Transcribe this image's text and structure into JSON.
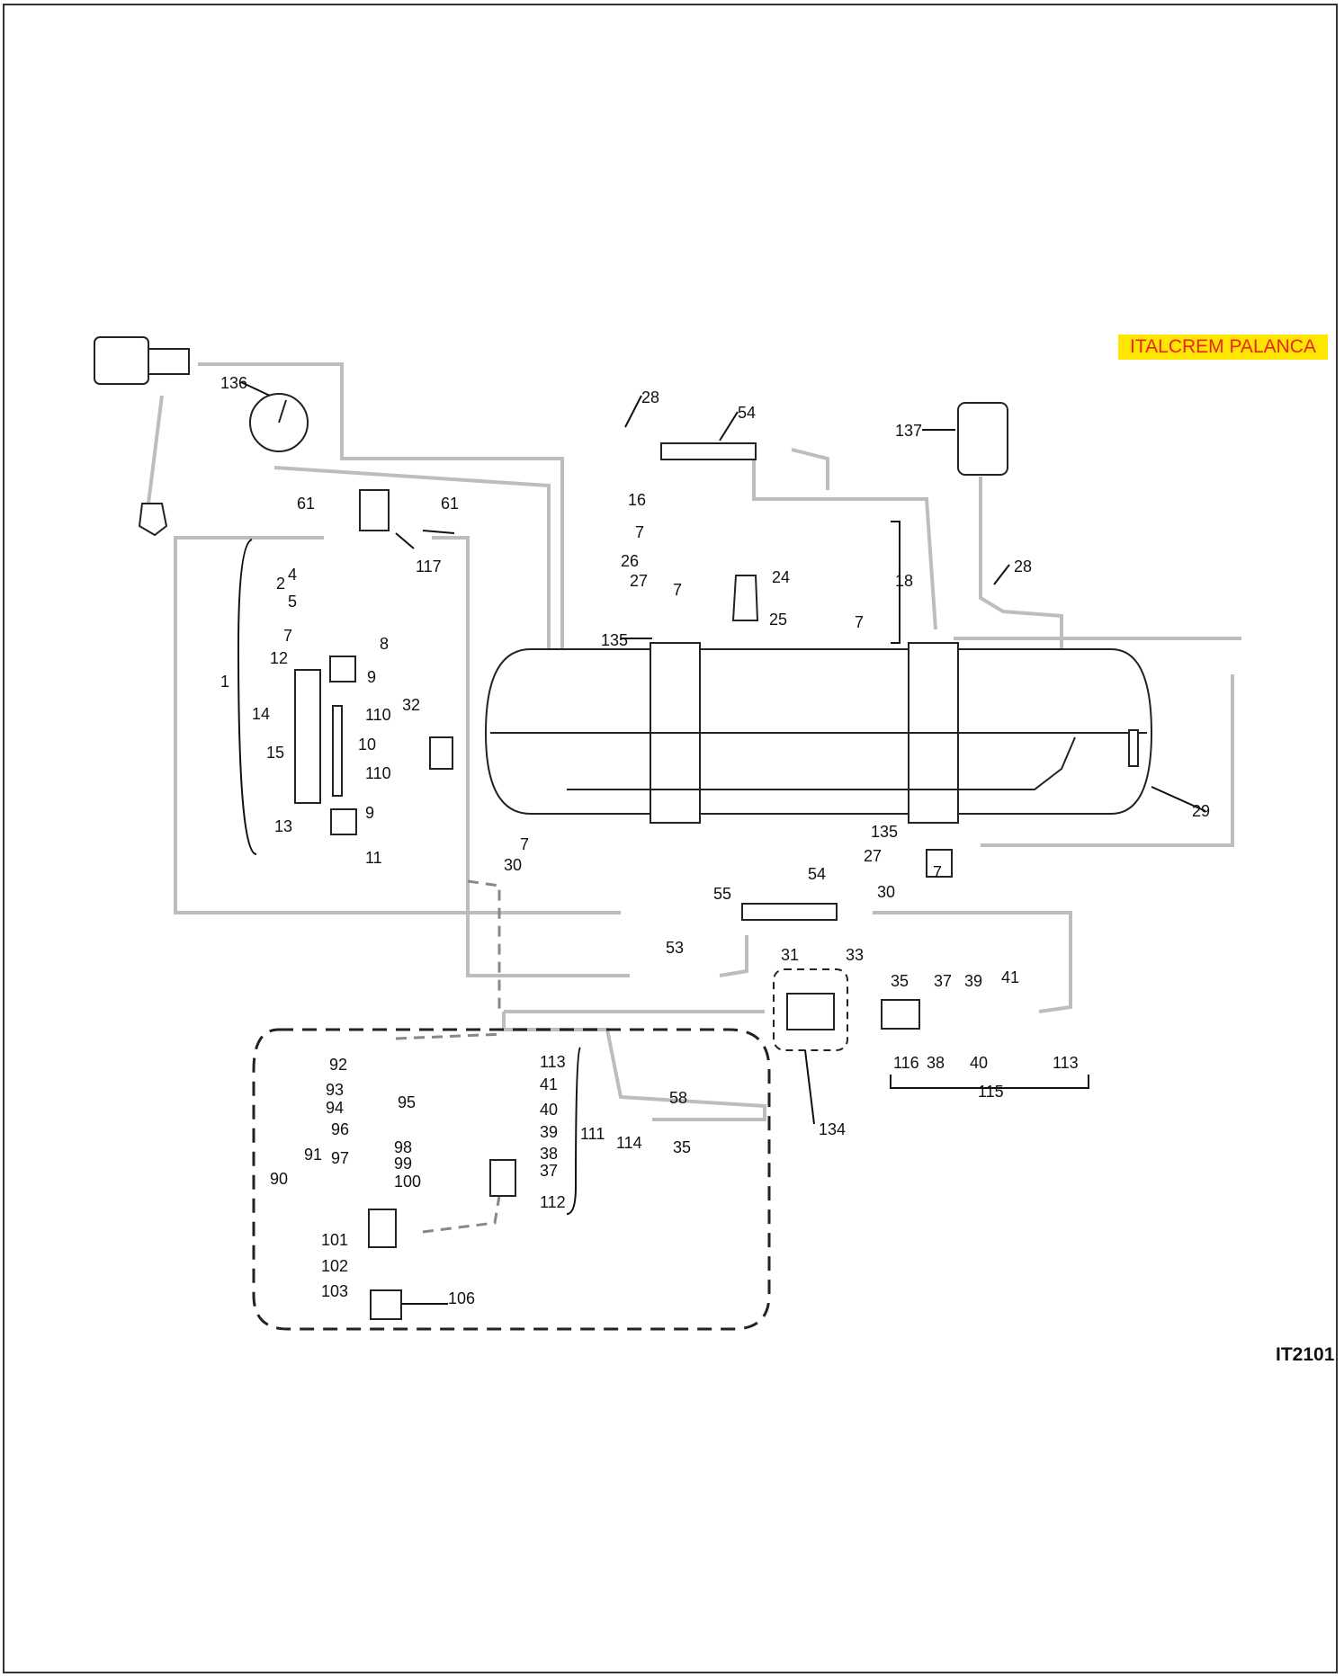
{
  "title_badge": "ITALCREM PALANCA",
  "drawing_code": "IT2101",
  "colors": {
    "badge_bg": "#ffe600",
    "badge_text": "#e8261c",
    "pipe": "#bdbdbd",
    "line": "#111111"
  },
  "callouts": [
    "136",
    "28",
    "54",
    "137",
    "61",
    "61",
    "117",
    "16",
    "7",
    "26",
    "27",
    "7",
    "24",
    "25",
    "18",
    "7",
    "135",
    "28",
    "2",
    "4",
    "5",
    "7",
    "8",
    "12",
    "9",
    "1",
    "14",
    "110",
    "10",
    "15",
    "110",
    "9",
    "13",
    "11",
    "32",
    "7",
    "30",
    "29",
    "135",
    "27",
    "7",
    "30",
    "55",
    "54",
    "53",
    "31",
    "33",
    "35",
    "37",
    "39",
    "41",
    "116",
    "38",
    "40",
    "113",
    "115",
    "134",
    "92",
    "93",
    "94",
    "95",
    "96",
    "98",
    "91",
    "97",
    "99",
    "90",
    "100",
    "101",
    "102",
    "103",
    "106",
    "113",
    "41",
    "40",
    "39",
    "38",
    "37",
    "112",
    "111",
    "58",
    "114",
    "35"
  ]
}
